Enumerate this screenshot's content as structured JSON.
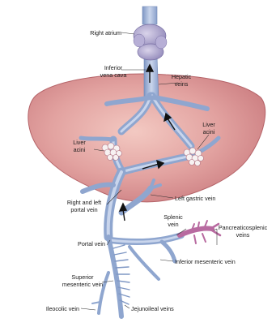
{
  "diagram": {
    "labels": {
      "right_atrium": "Right atrium",
      "inferior_vena_cava": [
        "Inferior",
        "vena cava"
      ],
      "hepatic_veins": [
        "Hepatic",
        "veins"
      ],
      "liver_acini_left": [
        "Liver",
        "acini"
      ],
      "liver_acini_right": [
        "Liver",
        "acini"
      ],
      "right_left_portal_vein": [
        "Right and left",
        "portal vein"
      ],
      "left_gastric_vein": "Left gastric vein",
      "splenic_vein": [
        "Splenic",
        "vein"
      ],
      "pancreaticosplenic_veins": [
        "Pancreaticosplenic",
        "veins"
      ],
      "portal_vein": "Portal vein",
      "inferior_mesenteric_vein": "Inferior mesenteric vein",
      "superior_mesenteric_vein": [
        "Superior",
        "mesenteric vein"
      ],
      "ileocolic_vein": "Ileocolic vein",
      "jejunoileal_veins": "Jejunoileal veins"
    },
    "colors": {
      "liver_fill": "#d8898b",
      "liver_edge": "#b05a5e",
      "vein_blue": "#8fa6cf",
      "vein_blue_light": "#c2cfe8",
      "vein_pink": "#c27aa8",
      "atrium": "#a9a0c9",
      "arrow": "#111111"
    }
  }
}
